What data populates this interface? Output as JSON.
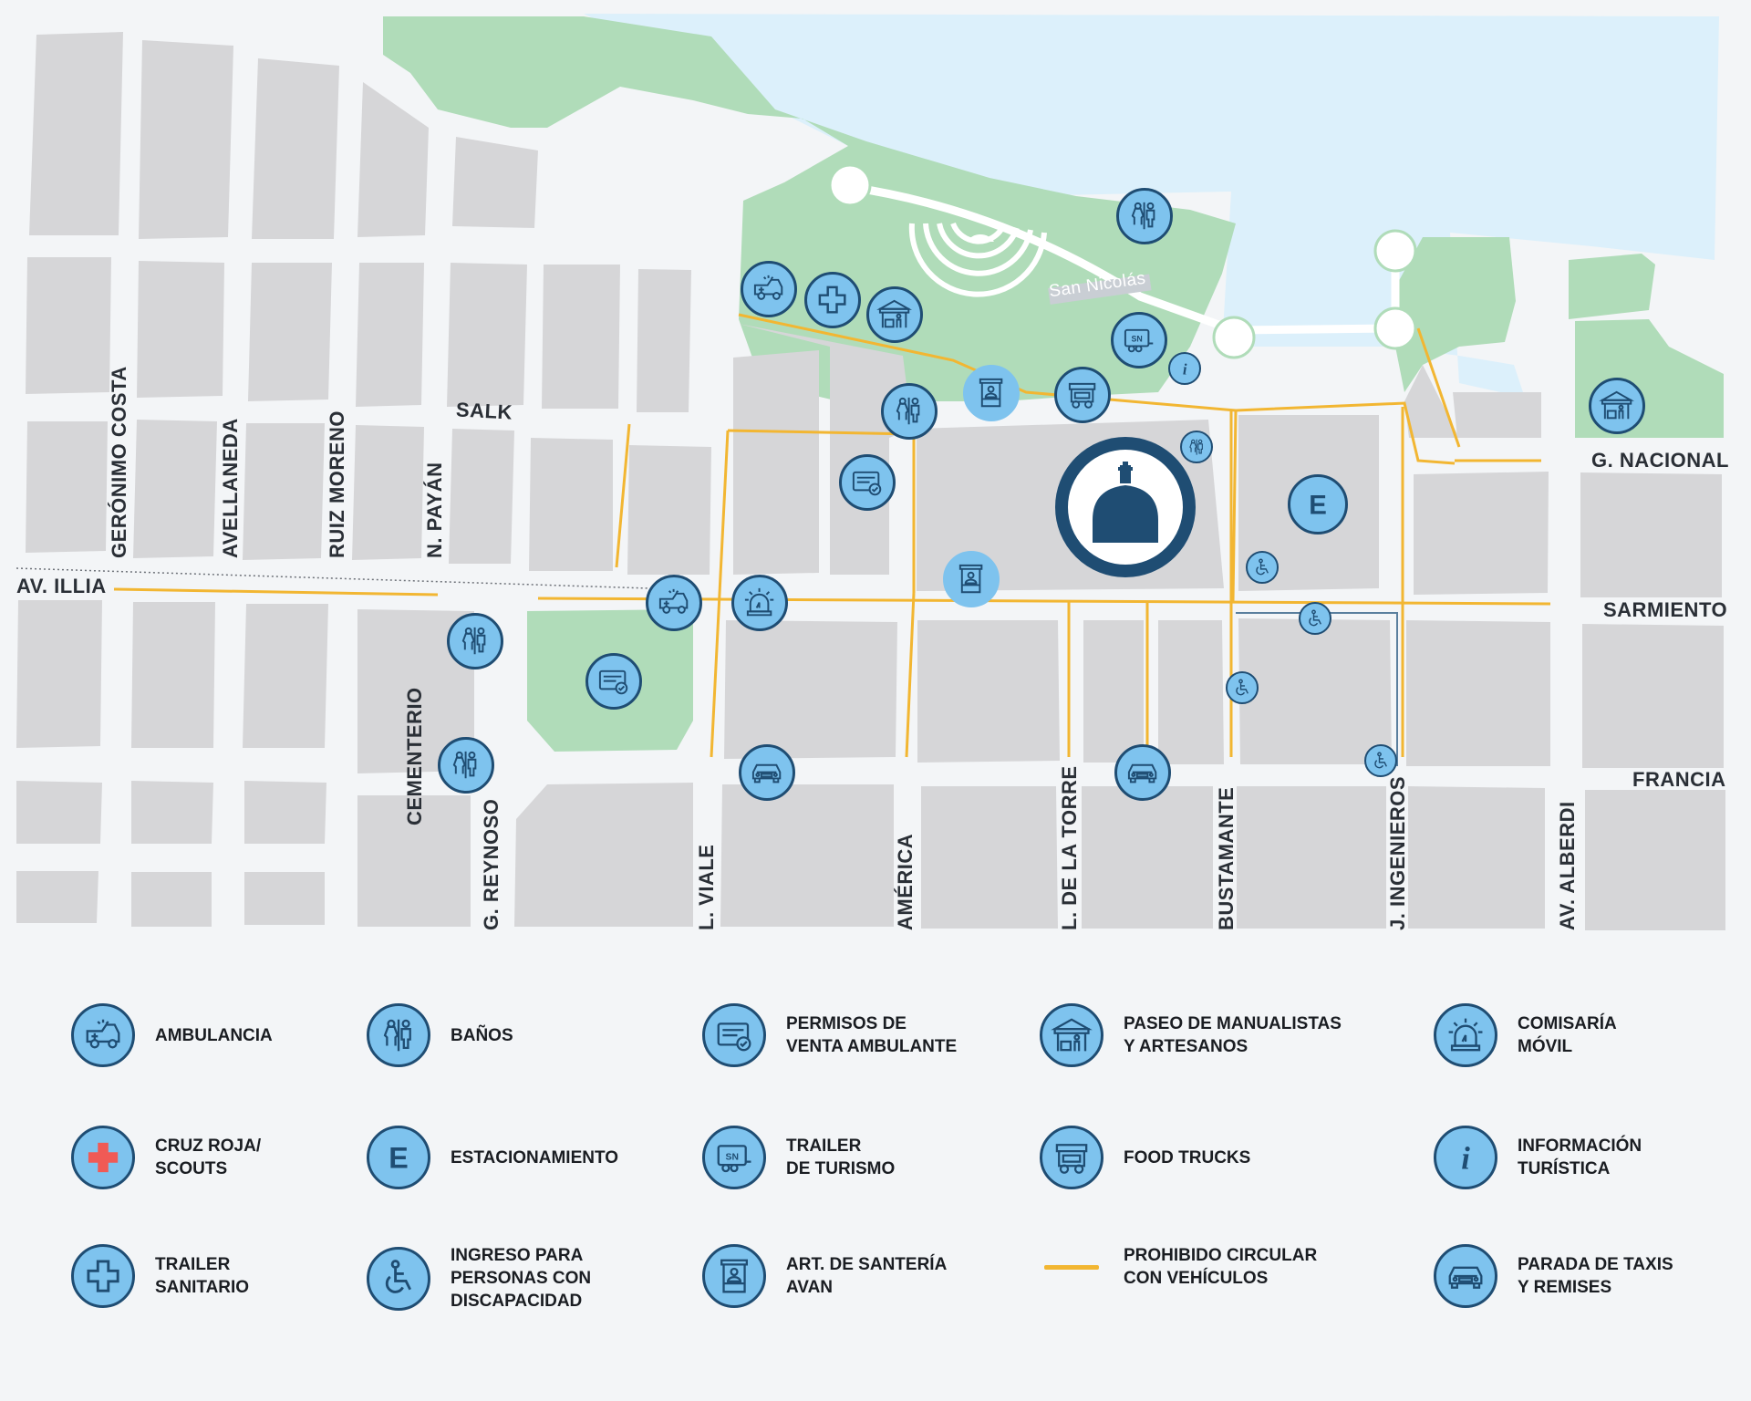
{
  "map": {
    "landmark_label": "San Nicolás",
    "streets": {
      "gc": "GERÓNIMO COSTA",
      "av": "AVELLANEDA",
      "rm": "RUIZ MORENO",
      "np": "N. PAYÁN",
      "salk": "SALK",
      "illia": "AV. ILLIA",
      "cem": "CEMENTERIO",
      "grey": "G. REYNOSO",
      "viale": "L. VIALE",
      "america": "AMÉRICA",
      "torre": "L. DE LA TORRE",
      "busta": "BUSTAMANTE",
      "ing": "J. INGENIEROS",
      "alberdi": "AV. ALBERDI",
      "gnac": "G. NACIONAL",
      "sarm": "SARMIENTO",
      "francia": "FRANCIA"
    }
  },
  "legend": {
    "ambulancia": "AMBULANCIA",
    "banos": "BAÑOS",
    "permisos": "PERMISOS DE\nVENTA AMBULANTE",
    "paseo": "PASEO DE MANUALISTAS\nY ARTESANOS",
    "comisaria": "COMISARÍA\nMÓVIL",
    "cruz": "CRUZ ROJA/\nSCOUTS",
    "estac": "ESTACIONAMIENTO",
    "trailer_tur": "TRAILER\nDE TURISMO",
    "food": "FOOD TRUCKS",
    "info": "INFORMACIÓN\nTURÍSTICA",
    "trailer_san": "TRAILER\nSANITARIO",
    "ingreso": "INGRESO PARA\nPERSONAS CON\nDISCAPACIDAD",
    "santeria": "ART. DE SANTERÍA\nAVAN",
    "prohibido": "PROHIBIDO CIRCULAR\nCON VEHÍCULOS",
    "taxis": "PARADA DE TAXIS\nY REMISES"
  },
  "colors": {
    "icon_fill": "#7ec3ee",
    "icon_stroke": "#1f4d73",
    "block": "#d6d6d8",
    "park": "#b0dcb9",
    "water": "#dcf0fb",
    "restricted_route": "#f2b632",
    "cross_red": "#f05a55"
  },
  "icons": [
    "ambulance-icon",
    "restroom-icon",
    "permit-card-icon",
    "artisan-tent-icon",
    "police-siren-icon",
    "red-cross-icon",
    "parking-e-icon",
    "tourism-trailer-icon",
    "food-truck-icon",
    "info-icon",
    "health-cross-icon",
    "wheelchair-icon",
    "kiosk-icon",
    "restricted-line",
    "taxi-icon"
  ]
}
